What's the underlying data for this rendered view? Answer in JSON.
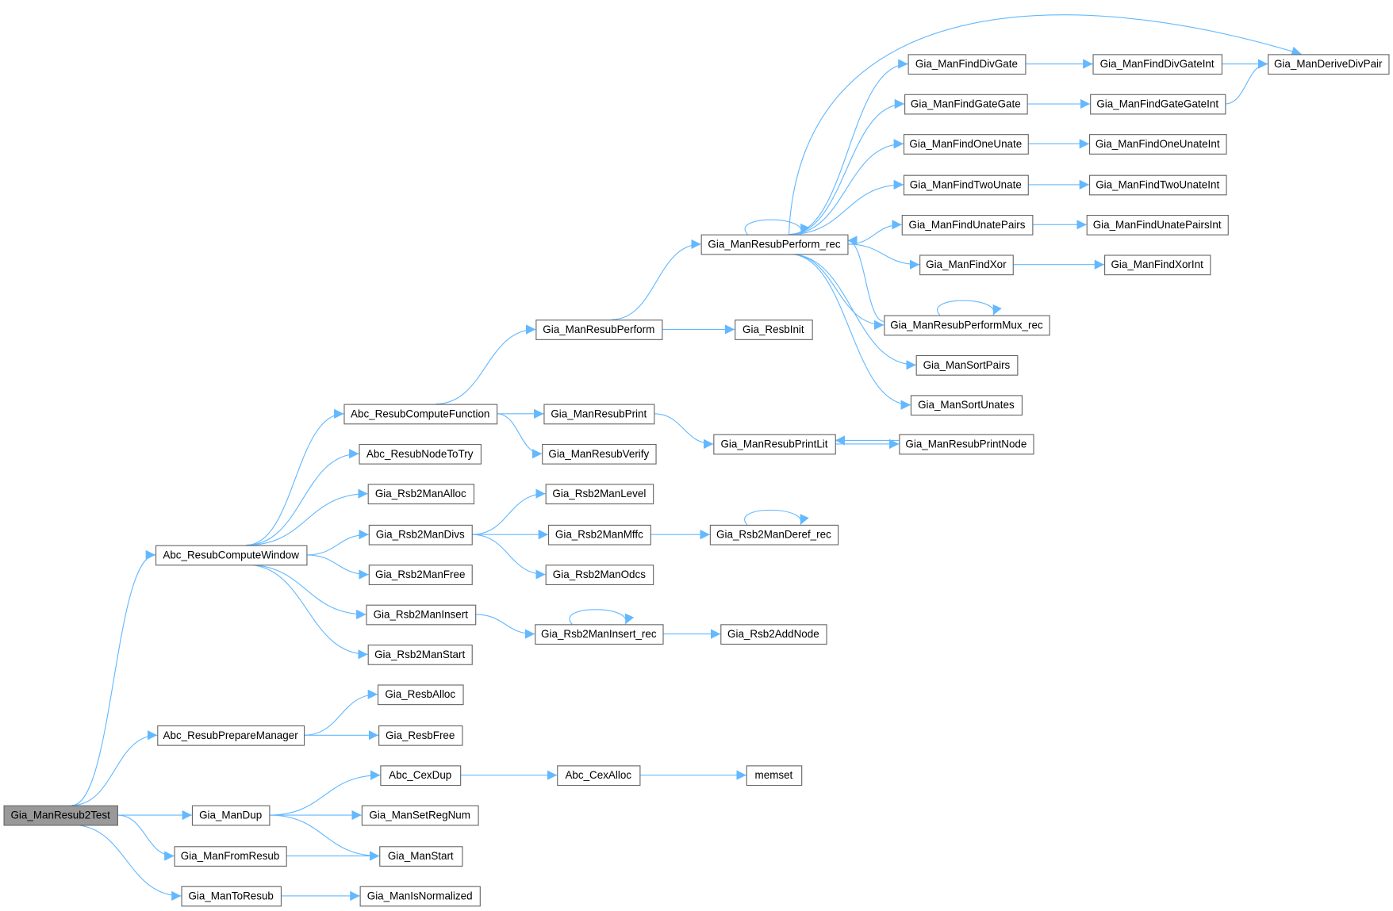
{
  "title": "Gia_ManResub2Test call graph",
  "colors": {
    "edge": "#63b8ff",
    "root_fill": "#999999",
    "truncated_border": "#ff0000",
    "truncated_fill": "#fff0f0"
  },
  "nodes": [
    {
      "id": "n1",
      "label": "Gia_ManResub2Test",
      "kind": "root"
    },
    {
      "id": "n2",
      "label": "Abc_ResubComputeWindow"
    },
    {
      "id": "n3",
      "label": "Abc_ResubPrepareManager"
    },
    {
      "id": "n4",
      "label": "Gia_ManDup"
    },
    {
      "id": "n5",
      "label": "Gia_ManFromResub"
    },
    {
      "id": "n6",
      "label": "Gia_ManToResub"
    },
    {
      "id": "n7",
      "label": "Abc_ResubComputeFunction"
    },
    {
      "id": "n8",
      "label": "Abc_ResubNodeToTry"
    },
    {
      "id": "n9",
      "label": "Gia_Rsb2ManAlloc"
    },
    {
      "id": "n10",
      "label": "Gia_Rsb2ManDivs"
    },
    {
      "id": "n11",
      "label": "Gia_Rsb2ManFree"
    },
    {
      "id": "n12",
      "label": "Gia_Rsb2ManInsert"
    },
    {
      "id": "n13",
      "label": "Gia_Rsb2ManStart"
    },
    {
      "id": "n14",
      "label": "Gia_ResbAlloc"
    },
    {
      "id": "n15",
      "label": "Gia_ResbFree"
    },
    {
      "id": "n16",
      "label": "Abc_CexDup"
    },
    {
      "id": "n17",
      "label": "Gia_ManSetRegNum"
    },
    {
      "id": "n18",
      "label": "Gia_ManStart"
    },
    {
      "id": "n19",
      "label": "Gia_ManIsNormalized"
    },
    {
      "id": "n20",
      "label": "Gia_ManResubPerform"
    },
    {
      "id": "n21",
      "label": "Gia_ManResubPrint"
    },
    {
      "id": "n22",
      "label": "Gia_ManResubVerify"
    },
    {
      "id": "n23",
      "label": "Gia_Rsb2ManLevel"
    },
    {
      "id": "n24",
      "label": "Gia_Rsb2ManMffc"
    },
    {
      "id": "n25",
      "label": "Gia_Rsb2ManOdcs"
    },
    {
      "id": "n26",
      "label": "Gia_Rsb2ManInsert_rec"
    },
    {
      "id": "n27",
      "label": "Abc_CexAlloc"
    },
    {
      "id": "n28",
      "label": "Gia_ManResubPerform_rec"
    },
    {
      "id": "n29",
      "label": "Gia_ResbInit"
    },
    {
      "id": "n30",
      "label": "Gia_ManResubPrintLit"
    },
    {
      "id": "n31",
      "label": "Gia_Rsb2ManDeref_rec"
    },
    {
      "id": "n32",
      "label": "Gia_Rsb2AddNode"
    },
    {
      "id": "n33",
      "label": "memset"
    },
    {
      "id": "n34",
      "label": "Gia_ManFindDivGate"
    },
    {
      "id": "n35",
      "label": "Gia_ManFindGateGate"
    },
    {
      "id": "n36",
      "label": "Gia_ManFindOneUnate"
    },
    {
      "id": "n37",
      "label": "Gia_ManFindTwoUnate"
    },
    {
      "id": "n38",
      "label": "Gia_ManFindUnatePairs"
    },
    {
      "id": "n39",
      "label": "Gia_ManFindXor"
    },
    {
      "id": "n40",
      "label": "Gia_ManResubPerformMux_rec",
      "kind": "truncated"
    },
    {
      "id": "n41",
      "label": "Gia_ManSortPairs",
      "kind": "truncated"
    },
    {
      "id": "n42",
      "label": "Gia_ManSortUnates",
      "kind": "truncated"
    },
    {
      "id": "n43",
      "label": "Gia_ManResubPrintNode"
    },
    {
      "id": "n44",
      "label": "Gia_ManFindDivGateInt"
    },
    {
      "id": "n45",
      "label": "Gia_ManFindGateGateInt"
    },
    {
      "id": "n46",
      "label": "Gia_ManFindOneUnateInt"
    },
    {
      "id": "n47",
      "label": "Gia_ManFindTwoUnateInt"
    },
    {
      "id": "n48",
      "label": "Gia_ManFindUnatePairsInt"
    },
    {
      "id": "n49",
      "label": "Gia_ManFindXorInt"
    },
    {
      "id": "n50",
      "label": "Gia_ManDeriveDivPair"
    }
  ],
  "edges": [
    [
      "n1",
      "n2"
    ],
    [
      "n1",
      "n3"
    ],
    [
      "n1",
      "n4"
    ],
    [
      "n1",
      "n5"
    ],
    [
      "n1",
      "n6"
    ],
    [
      "n2",
      "n7"
    ],
    [
      "n2",
      "n8"
    ],
    [
      "n2",
      "n9"
    ],
    [
      "n2",
      "n10"
    ],
    [
      "n2",
      "n11"
    ],
    [
      "n2",
      "n12"
    ],
    [
      "n2",
      "n13"
    ],
    [
      "n3",
      "n14"
    ],
    [
      "n3",
      "n15"
    ],
    [
      "n4",
      "n16"
    ],
    [
      "n4",
      "n17"
    ],
    [
      "n4",
      "n18"
    ],
    [
      "n5",
      "n18"
    ],
    [
      "n6",
      "n19"
    ],
    [
      "n7",
      "n20"
    ],
    [
      "n7",
      "n21"
    ],
    [
      "n7",
      "n22"
    ],
    [
      "n10",
      "n23"
    ],
    [
      "n10",
      "n24"
    ],
    [
      "n10",
      "n25"
    ],
    [
      "n12",
      "n26"
    ],
    [
      "n16",
      "n27"
    ],
    [
      "n20",
      "n28"
    ],
    [
      "n20",
      "n29"
    ],
    [
      "n21",
      "n30"
    ],
    [
      "n24",
      "n31"
    ],
    [
      "n26",
      "n26"
    ],
    [
      "n26",
      "n32"
    ],
    [
      "n27",
      "n33"
    ],
    [
      "n28",
      "n28"
    ],
    [
      "n28",
      "n34"
    ],
    [
      "n28",
      "n35"
    ],
    [
      "n28",
      "n36"
    ],
    [
      "n28",
      "n37"
    ],
    [
      "n28",
      "n38"
    ],
    [
      "n28",
      "n39"
    ],
    [
      "n28",
      "n40"
    ],
    [
      "n28",
      "n41"
    ],
    [
      "n28",
      "n42"
    ],
    [
      "n28",
      "n50"
    ],
    [
      "n30",
      "n43"
    ],
    [
      "n43",
      "n30"
    ],
    [
      "n31",
      "n31"
    ],
    [
      "n34",
      "n44"
    ],
    [
      "n35",
      "n45"
    ],
    [
      "n36",
      "n46"
    ],
    [
      "n37",
      "n47"
    ],
    [
      "n38",
      "n48"
    ],
    [
      "n39",
      "n49"
    ],
    [
      "n40",
      "n28"
    ],
    [
      "n40",
      "n40"
    ],
    [
      "n44",
      "n50"
    ],
    [
      "n45",
      "n50"
    ]
  ]
}
